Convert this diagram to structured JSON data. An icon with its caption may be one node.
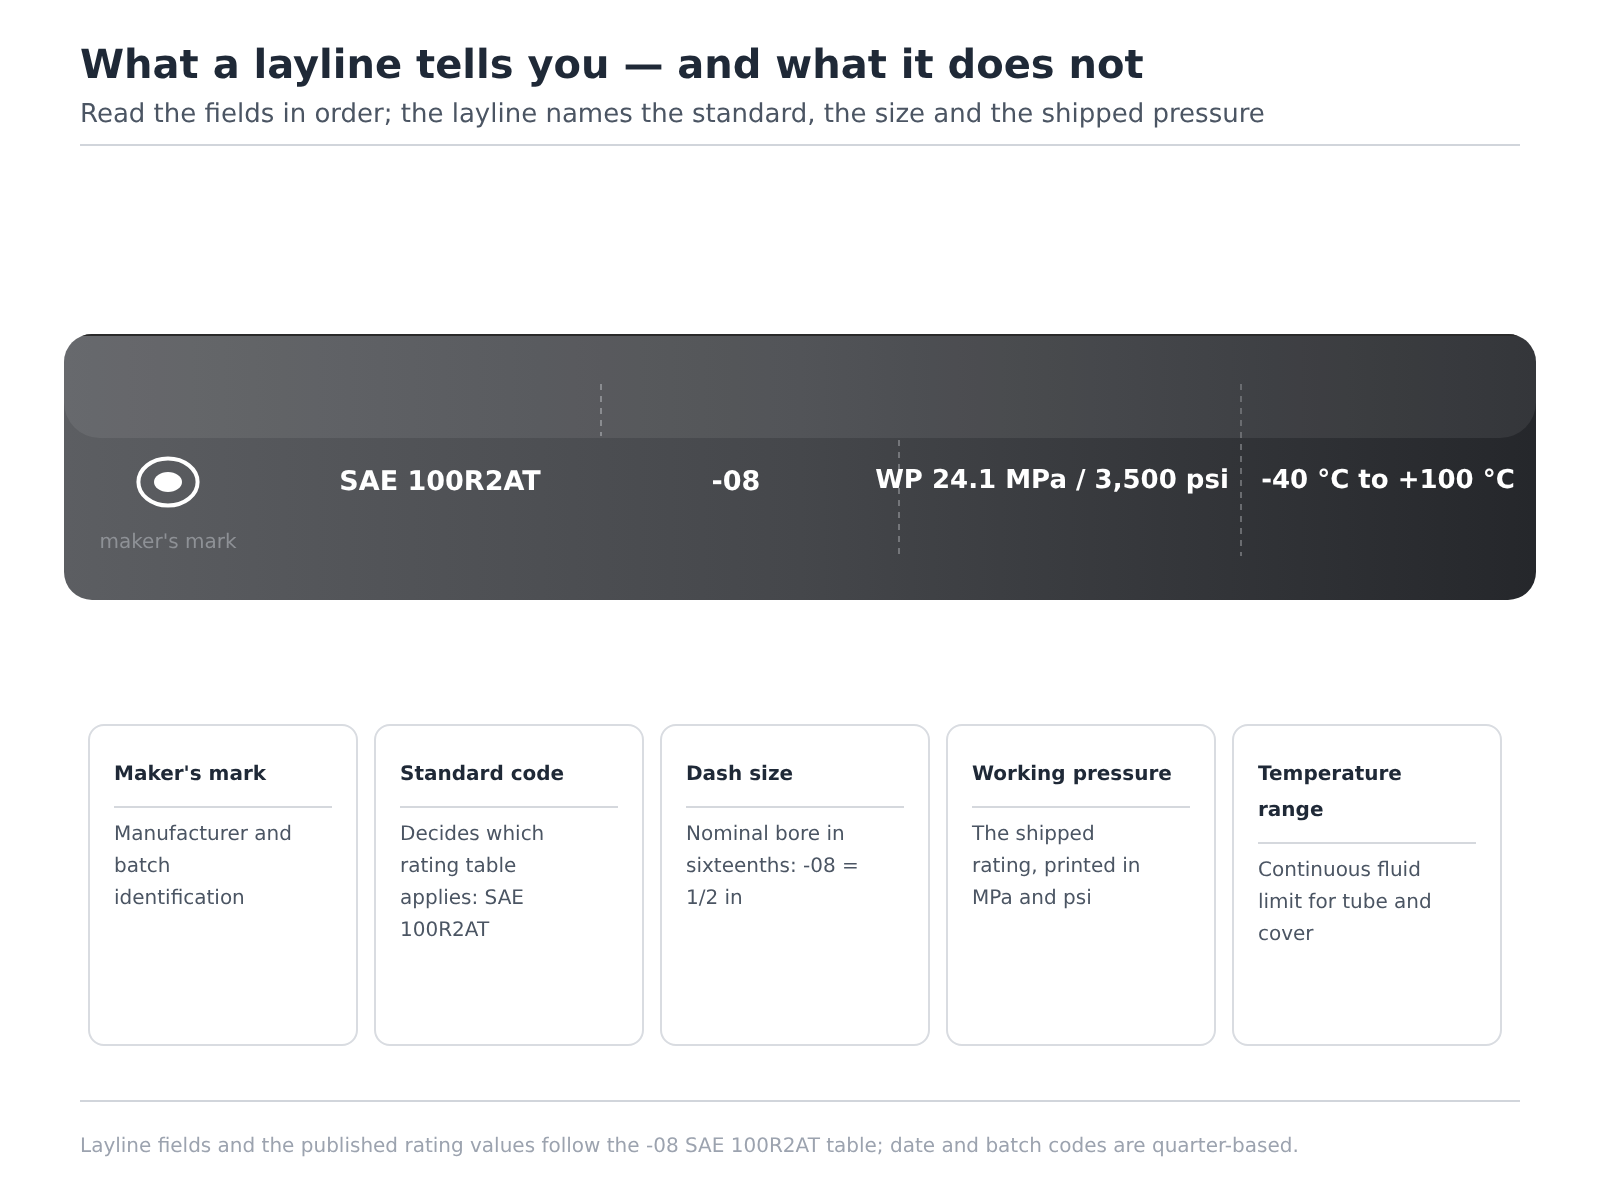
{
  "diagram": {
    "title": "What a layline tells you — and what it does not",
    "nodes": [
      {
        "text": [
          "maker's mark",
          "SAE 100R2AT",
          "-08",
          "WP 24.1 MPa / 3,500 psi",
          "-40 °C to +100 °C"
        ]
      },
      {
        "text": [
          "Maker's mark",
          "Manufacturer and batch identification"
        ]
      },
      {
        "text": [
          "Standard code",
          "Decides which rating table applies: SAE 100R2AT"
        ]
      },
      {
        "text": [
          "Dash size",
          "Nominal bore in sixteenths: -08 = 1/2 in"
        ]
      },
      {
        "text": [
          "Working pressure",
          "The shipped rating, printed in MPa and psi"
        ]
      },
      {
        "text": [
          "Temperature range",
          "Continuous fluid limit for tube and cover"
        ]
      }
    ],
    "labels": [
      "Read the fields in order; the layline names the standard, the size and the shipped pressure"
    ],
    "caption": "Layline fields and the published rating values follow the -08 SAE 100R2AT table; date and batch codes are quarter-based."
  }
}
